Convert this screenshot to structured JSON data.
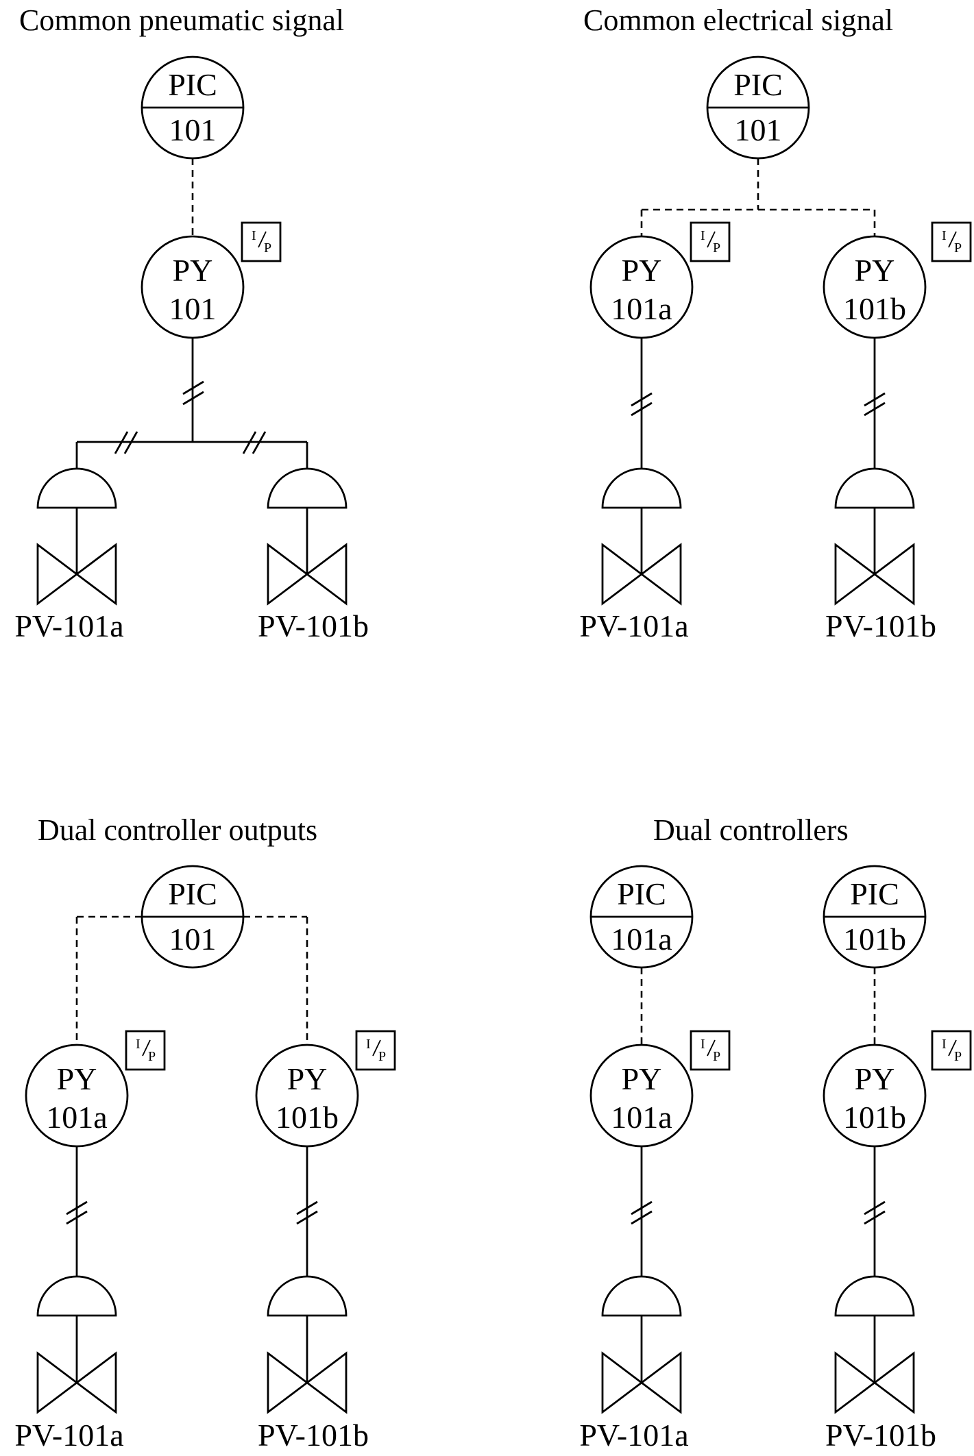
{
  "diagrams": {
    "common_pneumatic": {
      "title": "Common pneumatic signal",
      "controller": {
        "top": "PIC",
        "bottom": "101"
      },
      "transducer": {
        "top": "PY",
        "bottom": "101",
        "converter": {
          "input": "I",
          "output": "P"
        }
      },
      "valves": [
        "PV-101a",
        "PV-101b"
      ]
    },
    "common_electrical": {
      "title": "Common electrical signal",
      "controller": {
        "top": "PIC",
        "bottom": "101"
      },
      "transducers": [
        {
          "top": "PY",
          "bottom": "101a",
          "converter": {
            "input": "I",
            "output": "P"
          }
        },
        {
          "top": "PY",
          "bottom": "101b",
          "converter": {
            "input": "I",
            "output": "P"
          }
        }
      ],
      "valves": [
        "PV-101a",
        "PV-101b"
      ]
    },
    "dual_controller_outputs": {
      "title": "Dual controller outputs",
      "controller": {
        "top": "PIC",
        "bottom": "101"
      },
      "transducers": [
        {
          "top": "PY",
          "bottom": "101a",
          "converter": {
            "input": "I",
            "output": "P"
          }
        },
        {
          "top": "PY",
          "bottom": "101b",
          "converter": {
            "input": "I",
            "output": "P"
          }
        }
      ],
      "valves": [
        "PV-101a",
        "PV-101b"
      ]
    },
    "dual_controllers": {
      "title": "Dual controllers",
      "controllers": [
        {
          "top": "PIC",
          "bottom": "101a"
        },
        {
          "top": "PIC",
          "bottom": "101b"
        }
      ],
      "transducers": [
        {
          "top": "PY",
          "bottom": "101a",
          "converter": {
            "input": "I",
            "output": "P"
          }
        },
        {
          "top": "PY",
          "bottom": "101b",
          "converter": {
            "input": "I",
            "output": "P"
          }
        }
      ],
      "valves": [
        "PV-101a",
        "PV-101b"
      ]
    }
  }
}
